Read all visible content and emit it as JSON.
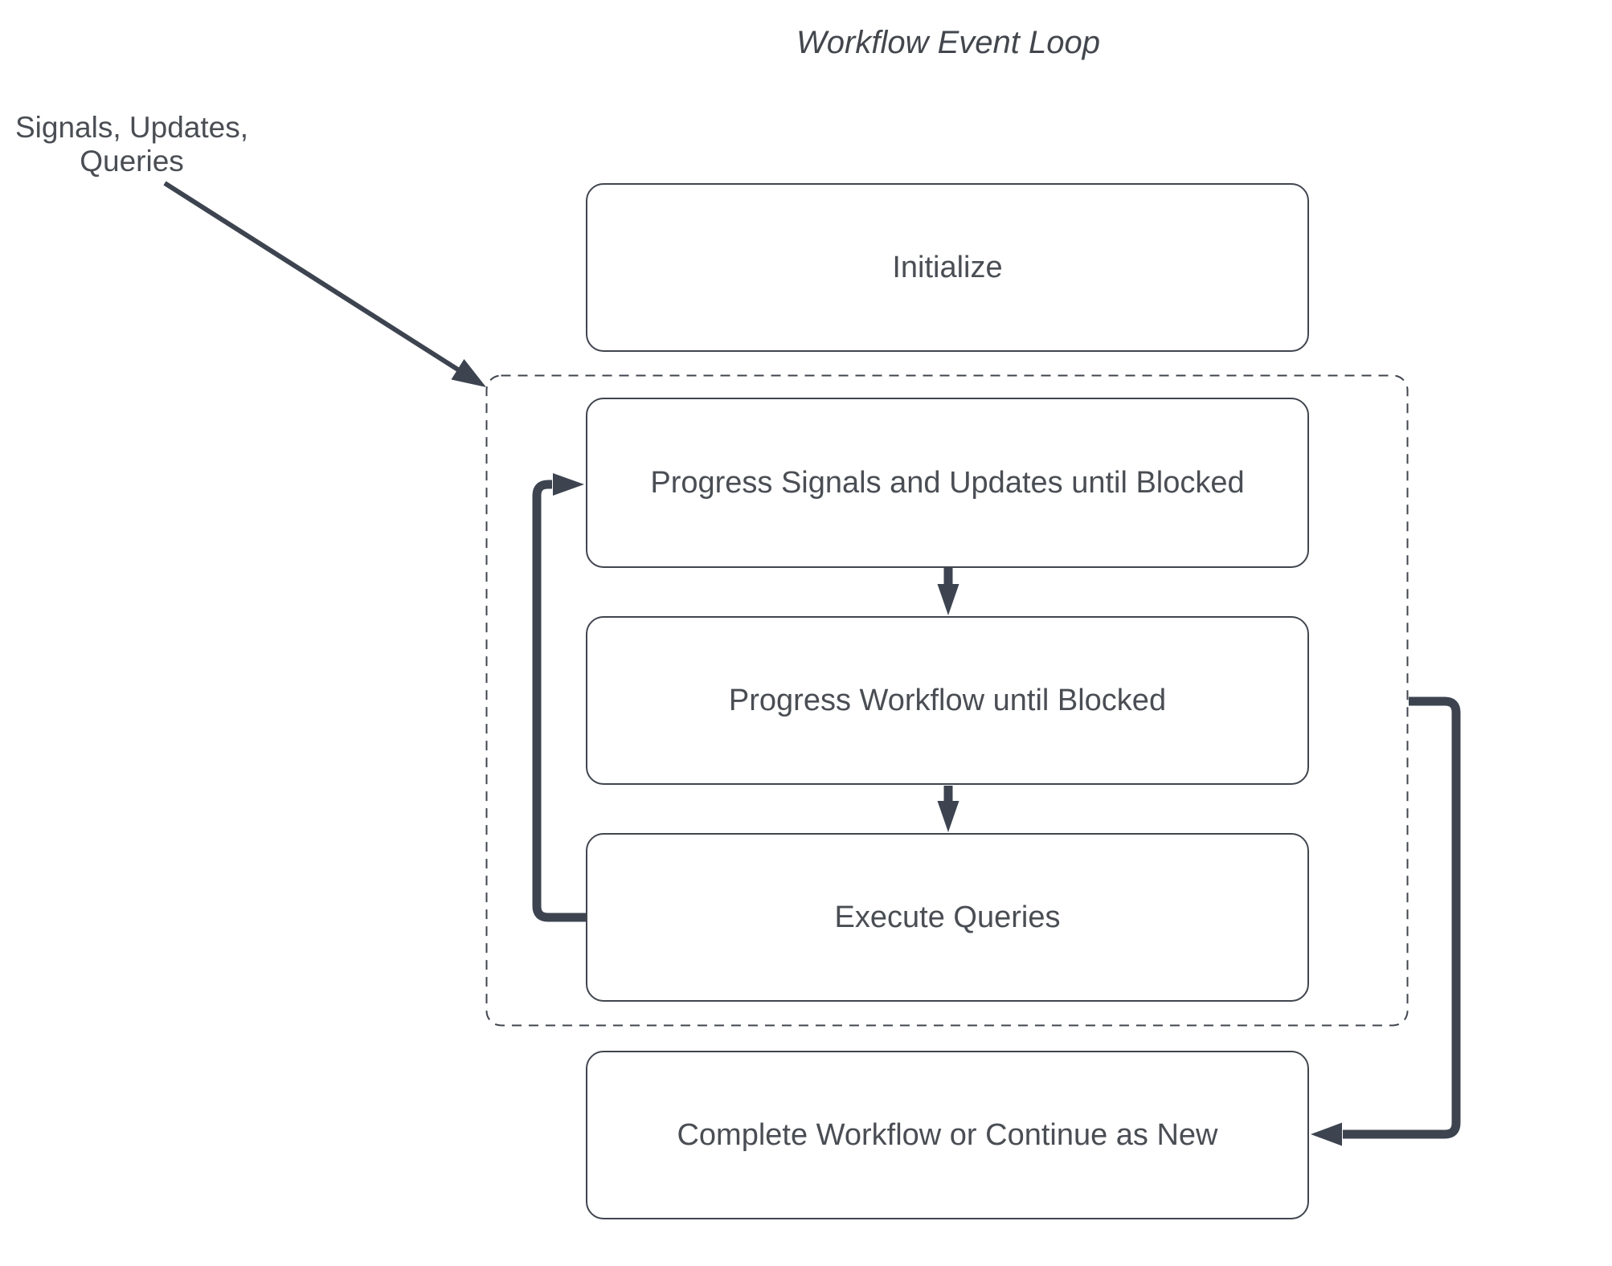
{
  "title": "Workflow Event Loop",
  "annotation": {
    "line1": "Signals, Updates,",
    "line2": "Queries"
  },
  "nodes": {
    "initialize": "Initialize",
    "progress_signals": "Progress Signals and Updates until Blocked",
    "progress_workflow": "Progress Workflow until Blocked",
    "execute_queries": "Execute Queries",
    "complete": "Complete Workflow or Continue as New"
  },
  "colors": {
    "ink": "#3d4450",
    "border": "#40454e",
    "text": "#4a4e54",
    "title": "#43474d",
    "bg": "#ffffff"
  }
}
